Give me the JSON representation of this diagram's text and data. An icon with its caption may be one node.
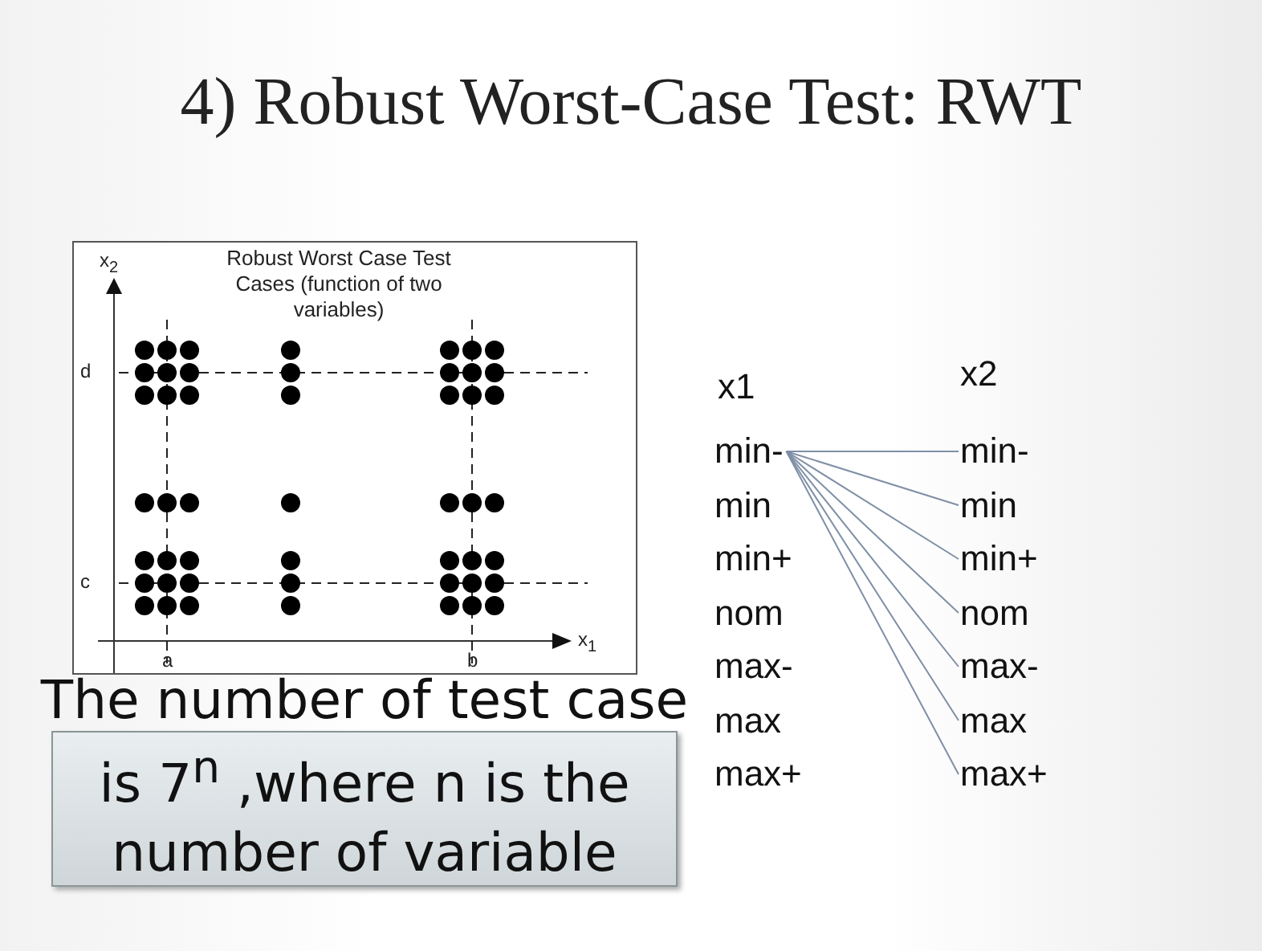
{
  "diagram": {
    "title": "4) Robust Worst-Case Test: RWT",
    "nodes": [
      {
        "text": [
          "min-"
        ]
      },
      {
        "text": [
          "min-"
        ]
      },
      {
        "text": [
          "min"
        ]
      },
      {
        "text": [
          "min+"
        ]
      },
      {
        "text": [
          "nom"
        ]
      },
      {
        "text": [
          "max-"
        ]
      },
      {
        "text": [
          "max"
        ]
      },
      {
        "text": [
          "max+"
        ]
      },
      {
        "text": [
          "The number of test case is 7$^{n}$ ,where n is the number of variable"
        ]
      }
    ],
    "edges": [
      {
        "from": 0,
        "to": 1,
        "arrow": "none"
      },
      {
        "from": 0,
        "to": 2,
        "arrow": "none"
      },
      {
        "from": 0,
        "to": 3,
        "arrow": "none"
      },
      {
        "from": 0,
        "to": 4,
        "arrow": "none"
      },
      {
        "from": 0,
        "to": 5,
        "arrow": "none"
      },
      {
        "from": 0,
        "to": 6,
        "arrow": "none"
      },
      {
        "from": 0,
        "to": 7,
        "arrow": "none"
      }
    ],
    "labels": [
      "Robust Worst Case Test Cases (function of two variables)",
      "x$_{2}$",
      "d",
      "c",
      "a",
      "b",
      "x$_{1}$",
      "x1",
      "x2",
      "min",
      "min+",
      "nom",
      "max-",
      "max",
      "max+"
    ]
  }
}
